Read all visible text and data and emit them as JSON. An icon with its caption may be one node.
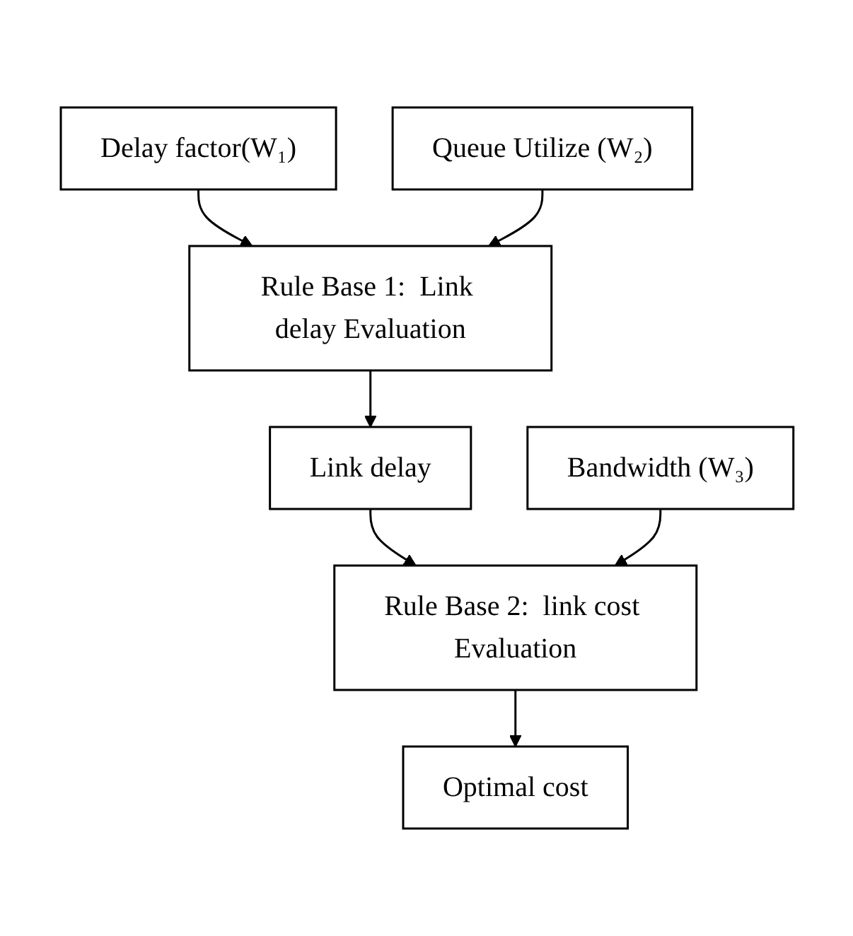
{
  "diagram": {
    "nodes": [
      {
        "text": [
          "Delay factor(W₁)"
        ]
      },
      {
        "text": [
          "Queue Utilize (W₂)"
        ]
      },
      {
        "text": [
          "Rule Base 1:  Link delay Evaluation"
        ]
      },
      {
        "text": [
          "Link delay"
        ]
      },
      {
        "text": [
          "Bandwidth (W₃)"
        ]
      },
      {
        "text": [
          "Rule Base 2:  link cost Evaluation"
        ]
      },
      {
        "text": [
          "Optimal cost"
        ]
      }
    ],
    "edges": [
      {
        "from": 0,
        "to": 2,
        "arrow": "to"
      },
      {
        "from": 1,
        "to": 2,
        "arrow": "to"
      },
      {
        "from": 2,
        "to": 3,
        "arrow": "to"
      },
      {
        "from": 3,
        "to": 5,
        "arrow": "to"
      },
      {
        "from": 4,
        "to": 5,
        "arrow": "to"
      },
      {
        "from": 5,
        "to": 6,
        "arrow": "to"
      }
    ]
  }
}
